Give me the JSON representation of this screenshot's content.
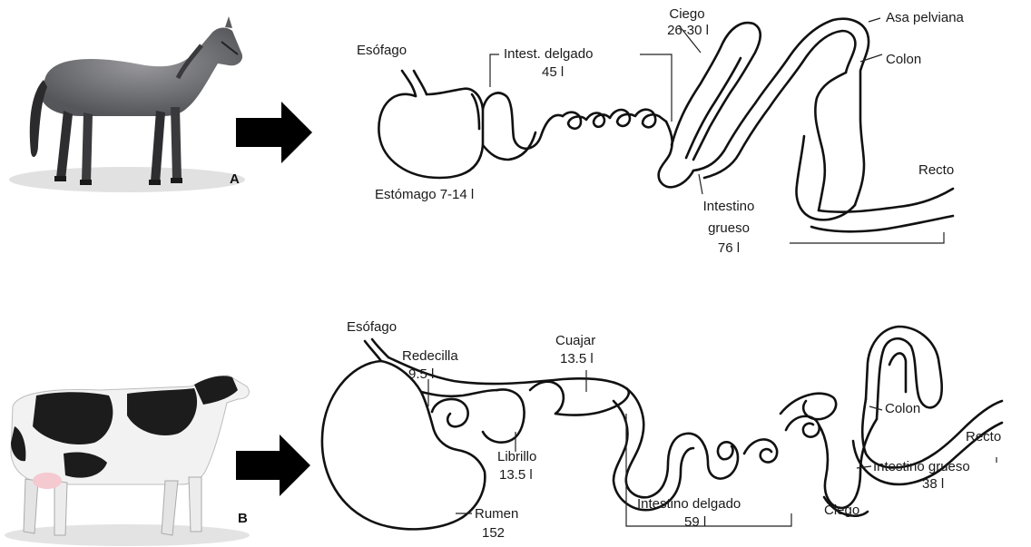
{
  "horse": {
    "tag": "A",
    "labels": {
      "esofago": "Esófago",
      "intest_delgado": "Intest. delgado",
      "intest_delgado_vol": "45 l",
      "ciego": "Ciego",
      "ciego_vol": "26-30 l",
      "asa_pelviana": "Asa pelviana",
      "colon": "Colon",
      "recto": "Recto",
      "estomago": "Estómago 7-14 l",
      "intestino": "Intestino",
      "grueso": "grueso",
      "grueso_vol": "76 l"
    }
  },
  "cow": {
    "tag": "B",
    "labels": {
      "esofago": "Esófago",
      "redecilla": "Redecilla",
      "redecilla_vol": "9.5 l",
      "cuajar": "Cuajar",
      "cuajar_vol": "13.5 l",
      "librillo": "Librillo",
      "librillo_vol": "13.5 l",
      "rumen": "Rumen",
      "rumen_vol": "152",
      "intestino_delgado": "Intestino delgado",
      "intestino_delgado_vol": "59 l",
      "ciego": "Ciego",
      "colon": "Colon",
      "recto": "Recto",
      "intestino_grueso": "Intestino grueso",
      "intestino_grueso_vol": "38 l"
    }
  },
  "colors": {
    "outline": "#111111",
    "arrow": "#000000",
    "horse_body": "#7d7d80",
    "cow_black": "#1c1c1c",
    "cow_white": "#f2f2f2"
  }
}
